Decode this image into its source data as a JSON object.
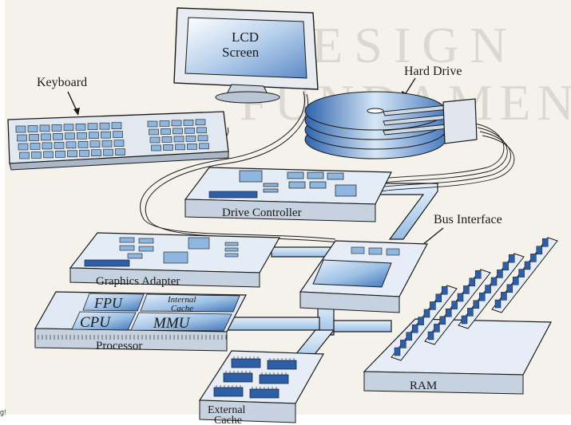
{
  "diagram": {
    "background_text": [
      "DESIGN",
      "FUNDAMENTALS"
    ],
    "labels": {
      "lcd_screen_line1": "LCD",
      "lcd_screen_line2": "Screen",
      "keyboard": "Keyboard",
      "hard_drive": "Hard Drive",
      "drive_controller": "Drive Controller",
      "bus_interface": "Bus Interface",
      "graphics_adapter": "Graphics Adapter",
      "fpu": "FPU",
      "internal_cache_line1": "Internal",
      "internal_cache_line2": "Cache",
      "cpu": "CPU",
      "mmu": "MMU",
      "processor": "Processor",
      "ram": "RAM",
      "external_cache_line1": "External",
      "external_cache_line2": "Cache",
      "corner_fragment": "g!"
    },
    "colors": {
      "chip_blue": "#8fb6de",
      "chip_dark": "#2d5fa8",
      "board_light": "#dfe9f6",
      "board_side": "#9fb0c4",
      "bus_blue": "#b9d4ef",
      "outline": "#1a1a1a",
      "paper": "#f4f1ea"
    }
  }
}
